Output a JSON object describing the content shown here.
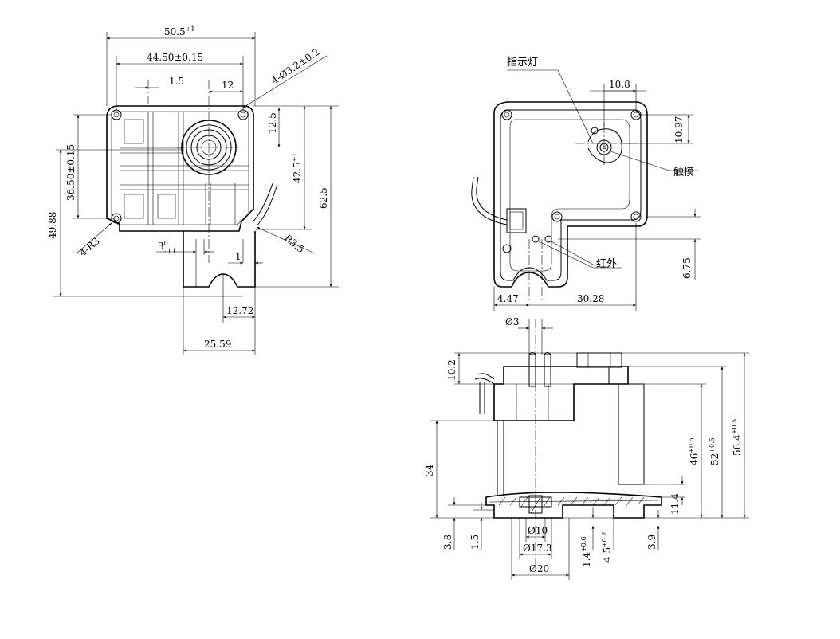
{
  "front_view": {
    "width_overall": "50.5",
    "width_overall_tol_upper": "+1",
    "width_overall_tol_lower": "0",
    "hole_pitch_width": "44.50±0.15",
    "offset_small": "1.5",
    "offset_12": "12",
    "holes": "4-Ø3.2±0.2",
    "dim_12_5": "12.5",
    "height_42_5": "42.5",
    "height_42_5_tol_upper": "+1",
    "height_42_5_tol_lower": "0",
    "height_overall": "62.5",
    "hole_pitch_height": "36.50±0.15",
    "height_49_88": "49.88",
    "corner_radius": "4-R3",
    "fillet": "R3.5",
    "slot": "3",
    "slot_tol_upper": "0",
    "slot_tol_lower": "-0.1",
    "gap_1": "1",
    "tab_half": "12.72",
    "tab_width": "25.59"
  },
  "rear_view": {
    "indicator_label": "指示灯",
    "touch_label": "触摸",
    "ir_label": "红外",
    "dim_10_8": "10.8",
    "dim_10_97": "10.97",
    "dim_6_75": "6.75",
    "dim_4_47": "4.47",
    "dim_30_28": "30.28"
  },
  "side_view": {
    "pin_dia": "Ø3",
    "dim_10_2": "10.2",
    "dim_34": "34",
    "dim_46": "46",
    "dim_46_tol_upper": "+0.5",
    "dim_46_tol_lower": "0",
    "dim_52": "52",
    "dim_52_tol_upper": "+0.5",
    "dim_52_tol_lower": "0",
    "dim_56_4": "56.4",
    "dim_56_4_tol_upper": "+0.5",
    "dim_56_4_tol_lower": "0",
    "dim_11_4": "11.4",
    "dim_3_8": "3.8",
    "dim_1_5": "1.5",
    "dim_3_9": "3.9",
    "dia_10": "Ø10",
    "dia_17_3": "Ø17.3",
    "dia_20": "Ø20",
    "dim_1_4": "1.4",
    "dim_1_4_tol_upper": "+0.6",
    "dim_1_4_tol_lower": "0",
    "dim_4_5": "4.5",
    "dim_4_5_tol_upper": "+0.2",
    "dim_4_5_tol_lower": "0"
  }
}
